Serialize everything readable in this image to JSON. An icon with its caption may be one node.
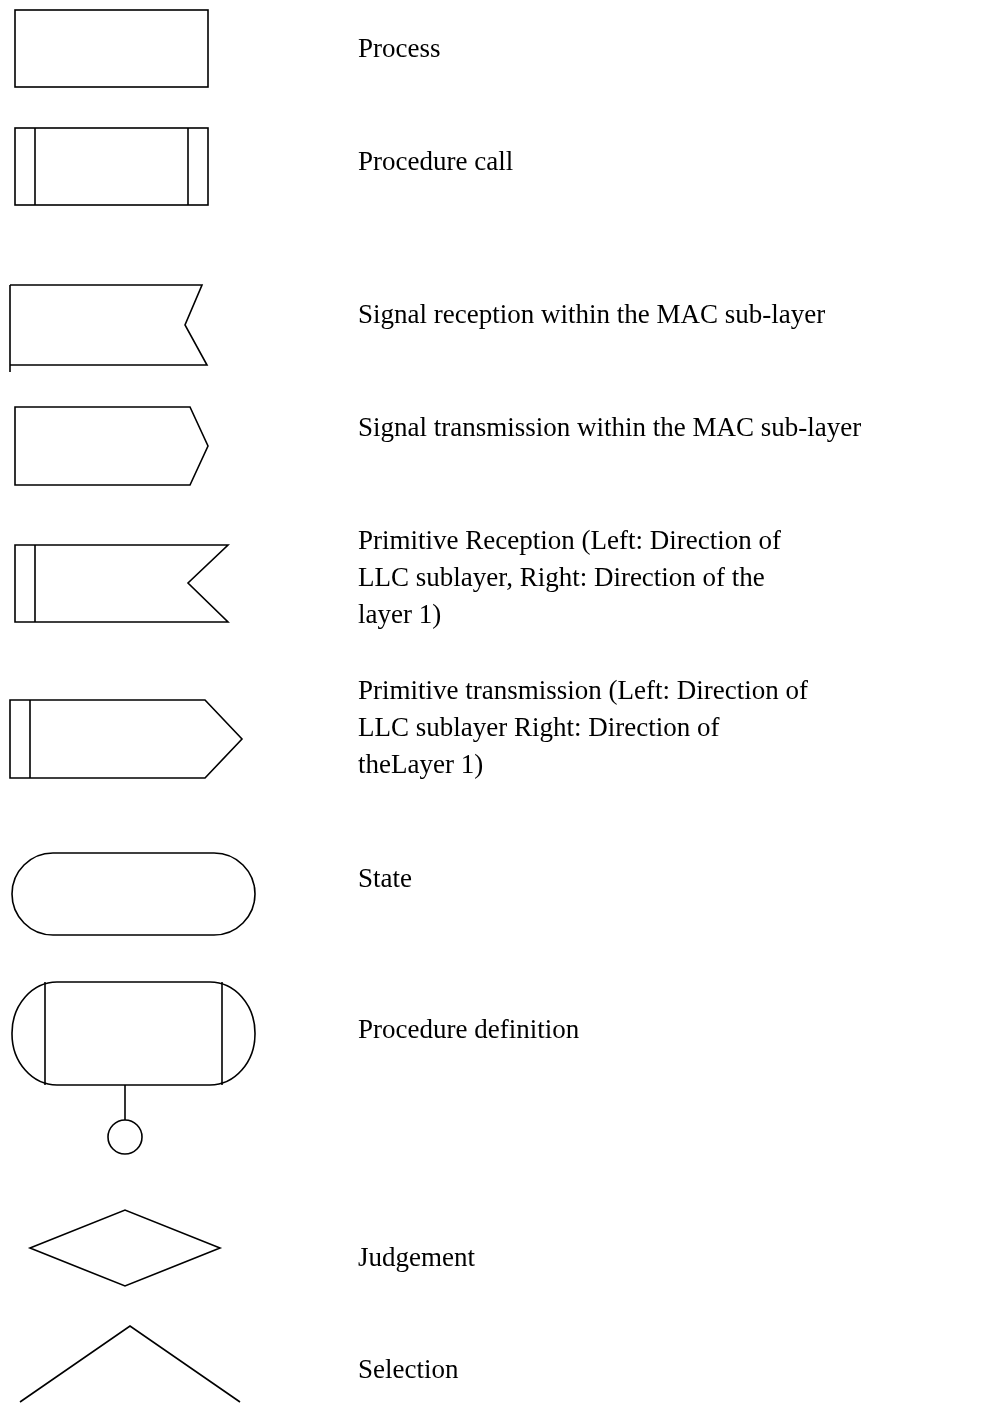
{
  "diagram": {
    "legend": [
      {
        "text": "Process"
      },
      {
        "text": "Procedure call"
      },
      {
        "text": "Signal reception within the MAC sub-layer"
      },
      {
        "text": "Signal transmission within the MAC sub-layer"
      },
      {
        "text": "Primitive Reception (Left: Direction of LLC sublayer, Right: Direction of the layer 1)"
      },
      {
        "text": "Primitive transmission (Left: Direction of LLC sublayer Right: Direction of theLayer 1)"
      },
      {
        "text": "State"
      },
      {
        "text": "Procedure definition"
      },
      {
        "text": "Judgement"
      },
      {
        "text": "Selection"
      }
    ]
  }
}
